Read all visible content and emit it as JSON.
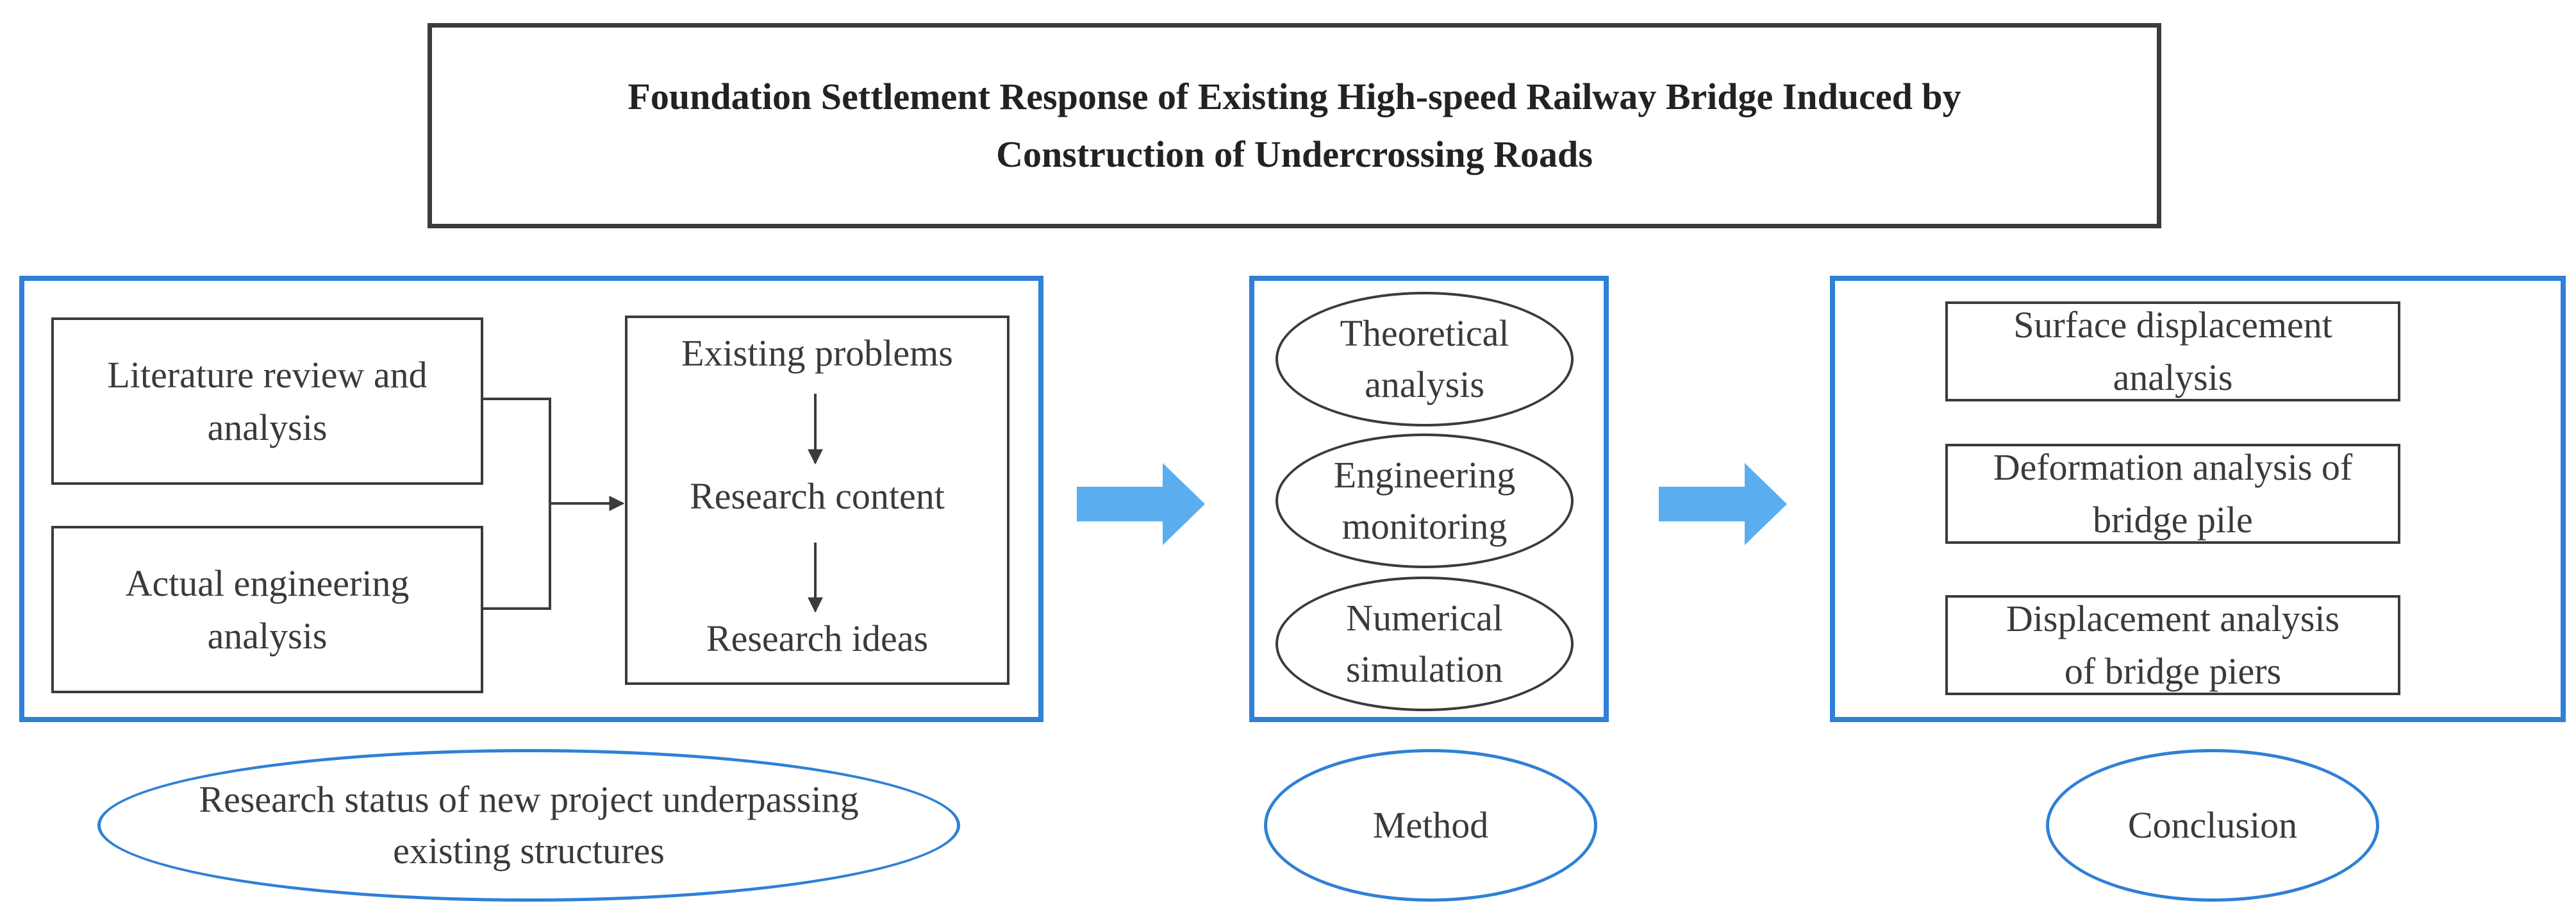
{
  "title": {
    "line1": "Foundation Settlement Response of Existing High-speed Railway Bridge Induced by",
    "line2": "Construction of Undercrossing Roads"
  },
  "status_section": {
    "box_literature": {
      "line1": "Literature review and",
      "line2": "analysis"
    },
    "box_engineering": {
      "line1": "Actual engineering",
      "line2": "analysis"
    },
    "flow": {
      "problems": "Existing problems",
      "content": "Research content",
      "ideas": "Research ideas"
    },
    "caption": {
      "line1": "Research status of new project underpassing",
      "line2": "existing structures"
    }
  },
  "method_section": {
    "theoretical": {
      "line1": "Theoretical",
      "line2": "analysis"
    },
    "monitoring": {
      "line1": "Engineering",
      "line2": "monitoring"
    },
    "simulation": {
      "line1": "Numerical",
      "line2": "simulation"
    },
    "caption": "Method"
  },
  "conclusion_section": {
    "surface": {
      "line1": "Surface displacement",
      "line2": "analysis"
    },
    "pile": {
      "line1": "Deformation analysis of",
      "line2": "bridge pile"
    },
    "piers": {
      "line1": "Displacement analysis",
      "line2": "of bridge piers"
    },
    "caption": "Conclusion"
  },
  "colors": {
    "panel_border": "#2f80d6",
    "arrow_fill": "#5aaef0",
    "line": "#3b3b3b"
  },
  "icons": [
    "right-arrow-icon",
    "down-arrow-icon"
  ]
}
